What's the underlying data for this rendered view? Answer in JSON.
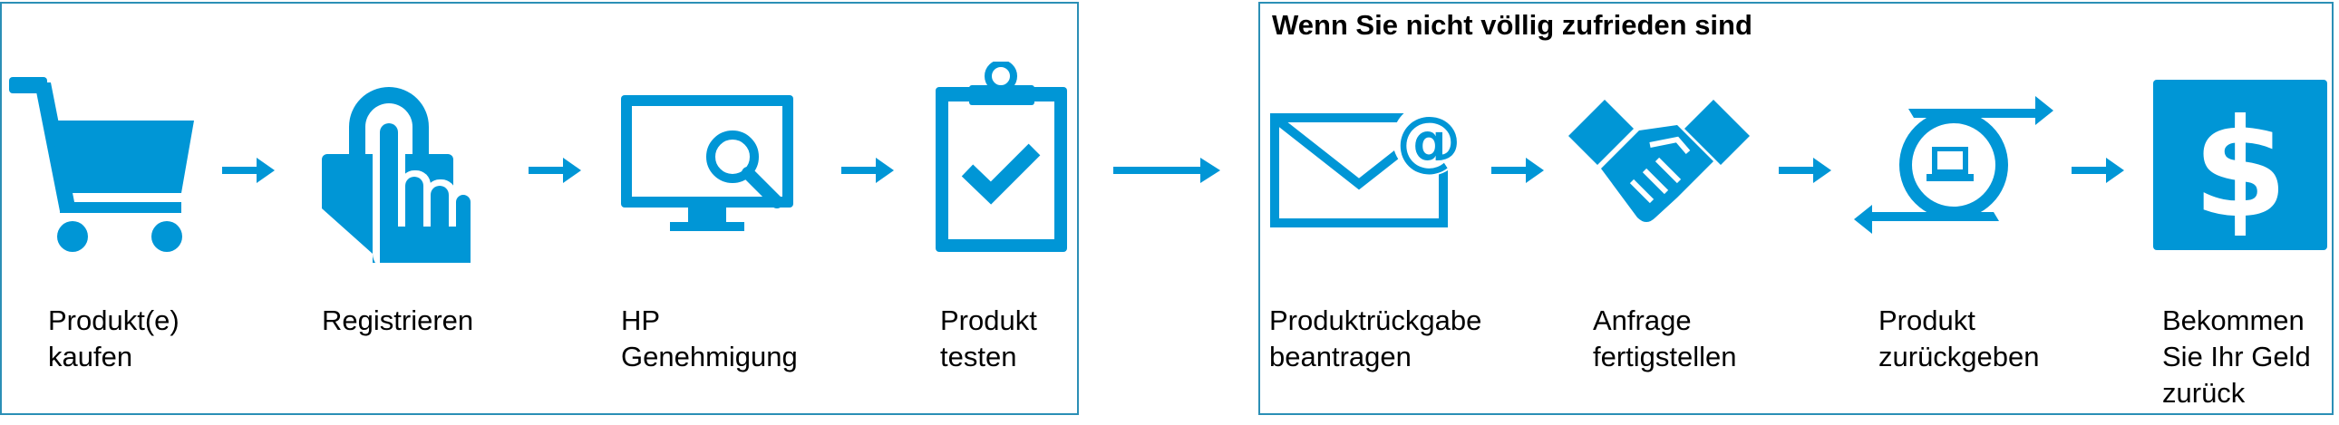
{
  "accent_color": "#0096d6",
  "border_color": "#2b8fb6",
  "right_panel_title": "Wenn Sie nicht völlig zufrieden sind",
  "steps": [
    {
      "icon": "shopping-cart-icon",
      "line1": "Produkt(e)",
      "line2": "kaufen"
    },
    {
      "icon": "touch-padlock-icon",
      "line1": "Registrieren",
      "line2": ""
    },
    {
      "icon": "monitor-search-icon",
      "line1": "HP",
      "line2": "Genehmigung"
    },
    {
      "icon": "clipboard-check-icon",
      "line1": "Produkt",
      "line2": "testen"
    },
    {
      "icon": "envelope-at-icon",
      "line1": "Produktrückgabe",
      "line2": "beantragen"
    },
    {
      "icon": "handshake-icon",
      "line1": "Anfrage",
      "line2": "fertigstellen"
    },
    {
      "icon": "return-cycle-laptop-icon",
      "line1": "Produkt",
      "line2": "zurückgeben"
    },
    {
      "icon": "dollar-sign-icon",
      "line1": "Bekommen",
      "line2": "Sie Ihr Geld",
      "line3": "zurück"
    }
  ]
}
